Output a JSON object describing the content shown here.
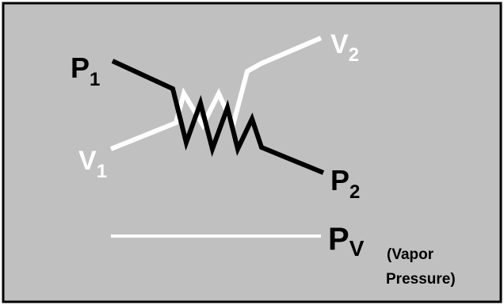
{
  "colors": {
    "background": "#c0c0c0",
    "border": "#000000",
    "pressure_line": "#000000",
    "velocity_line": "#ffffff",
    "pressure_text": "#000000",
    "velocity_text": "#ffffff"
  },
  "labels": {
    "p1": {
      "main": "P",
      "sub": "1"
    },
    "p2": {
      "main": "P",
      "sub": "2"
    },
    "v1": {
      "main": "V",
      "sub": "1"
    },
    "v2": {
      "main": "V",
      "sub": "2"
    },
    "pv": {
      "main": "P",
      "sub": "V"
    },
    "vapor_line1": "(Vapor",
    "vapor_line2": "Pressure)"
  }
}
